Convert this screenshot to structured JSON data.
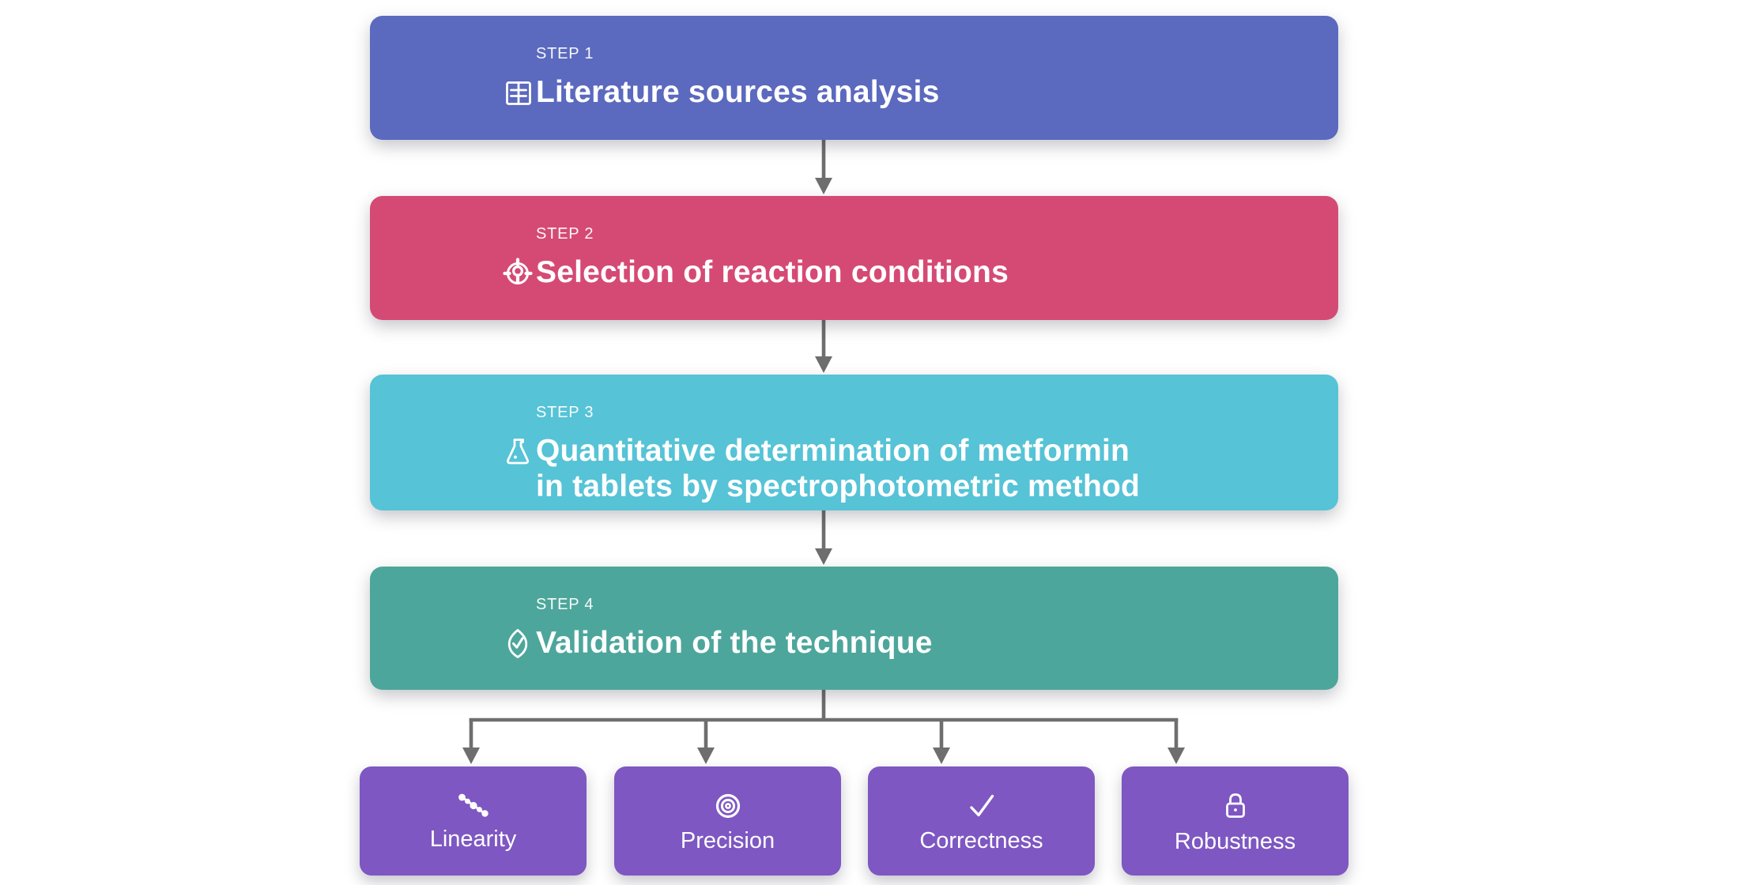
{
  "diagram": {
    "connector_color": "#6E6E6E",
    "steps": [
      {
        "label": "STEP 1",
        "title": "Literature sources analysis",
        "color": "#5B69BE",
        "icon": "ledger-icon"
      },
      {
        "label": "STEP 2",
        "title": "Selection of reaction conditions",
        "color": "#D54A74",
        "icon": "target-pin-icon"
      },
      {
        "label": "STEP 3",
        "title": "Quantitative determination of metformin\nin tablets by spectrophotometric method",
        "color": "#56C3D6",
        "icon": "flask-icon"
      },
      {
        "label": "STEP 4",
        "title": "Validation of the technique",
        "color": "#4DA69B",
        "icon": "shield-check-icon"
      }
    ],
    "validation_items": [
      {
        "label": "Linearity",
        "color": "#7E57C2",
        "icon": "scatter-trend-icon"
      },
      {
        "label": "Precision",
        "color": "#7E57C2",
        "icon": "concentric-target-icon"
      },
      {
        "label": "Correctness",
        "color": "#7E57C2",
        "icon": "checkmark-icon"
      },
      {
        "label": "Robustness",
        "color": "#7E57C2",
        "icon": "lock-icon"
      }
    ]
  }
}
